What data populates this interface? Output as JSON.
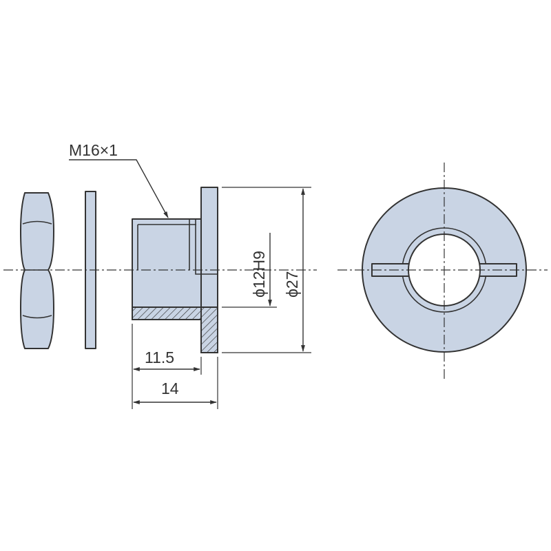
{
  "labels": {
    "thread": "M16×1",
    "bore_dia": "ϕ12H9",
    "flange_dia": "ϕ27",
    "shoulder_length": "11.5",
    "overall_length": "14"
  },
  "colors": {
    "part_fill": "#c9d4e4",
    "line": "#333333",
    "background": "#ffffff"
  }
}
